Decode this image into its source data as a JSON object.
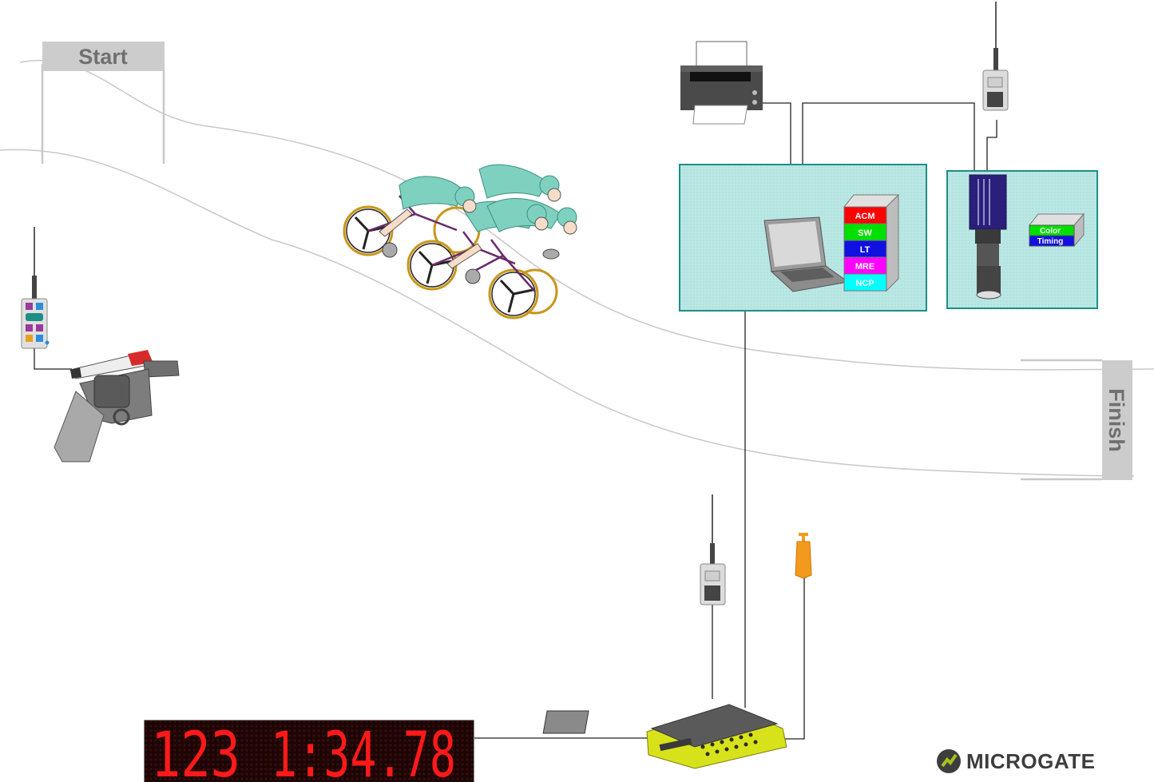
{
  "start_gate": {
    "label": "Start"
  },
  "finish_gate": {
    "label": "Finish"
  },
  "software_stack": {
    "modules": [
      {
        "label": "ACM",
        "color": "#ff0000"
      },
      {
        "label": "SW",
        "color": "#00e000"
      },
      {
        "label": "LT",
        "color": "#1010e0"
      },
      {
        "label": "MRE",
        "color": "#ff00ff"
      },
      {
        "label": "NCP",
        "color": "#00ffff"
      }
    ]
  },
  "camera_software": {
    "line1": "Color",
    "line2": "Timing",
    "color_top": "#00e000",
    "color_bottom": "#1010e0"
  },
  "scoreboard": {
    "bib": "123",
    "time": "1:34.78",
    "led_color": "#ff1a1a",
    "panel_color": "#2a0a0a"
  },
  "logo": {
    "brand": "MICROGATE",
    "accent": "#a6c21a"
  },
  "colors": {
    "station_fill": "#b7e6e3",
    "station_border": "#1e8e86",
    "jersey": "#7fd1bf",
    "timer_yellow": "#d8e21a",
    "impulse_orange": "#f39a1c"
  }
}
